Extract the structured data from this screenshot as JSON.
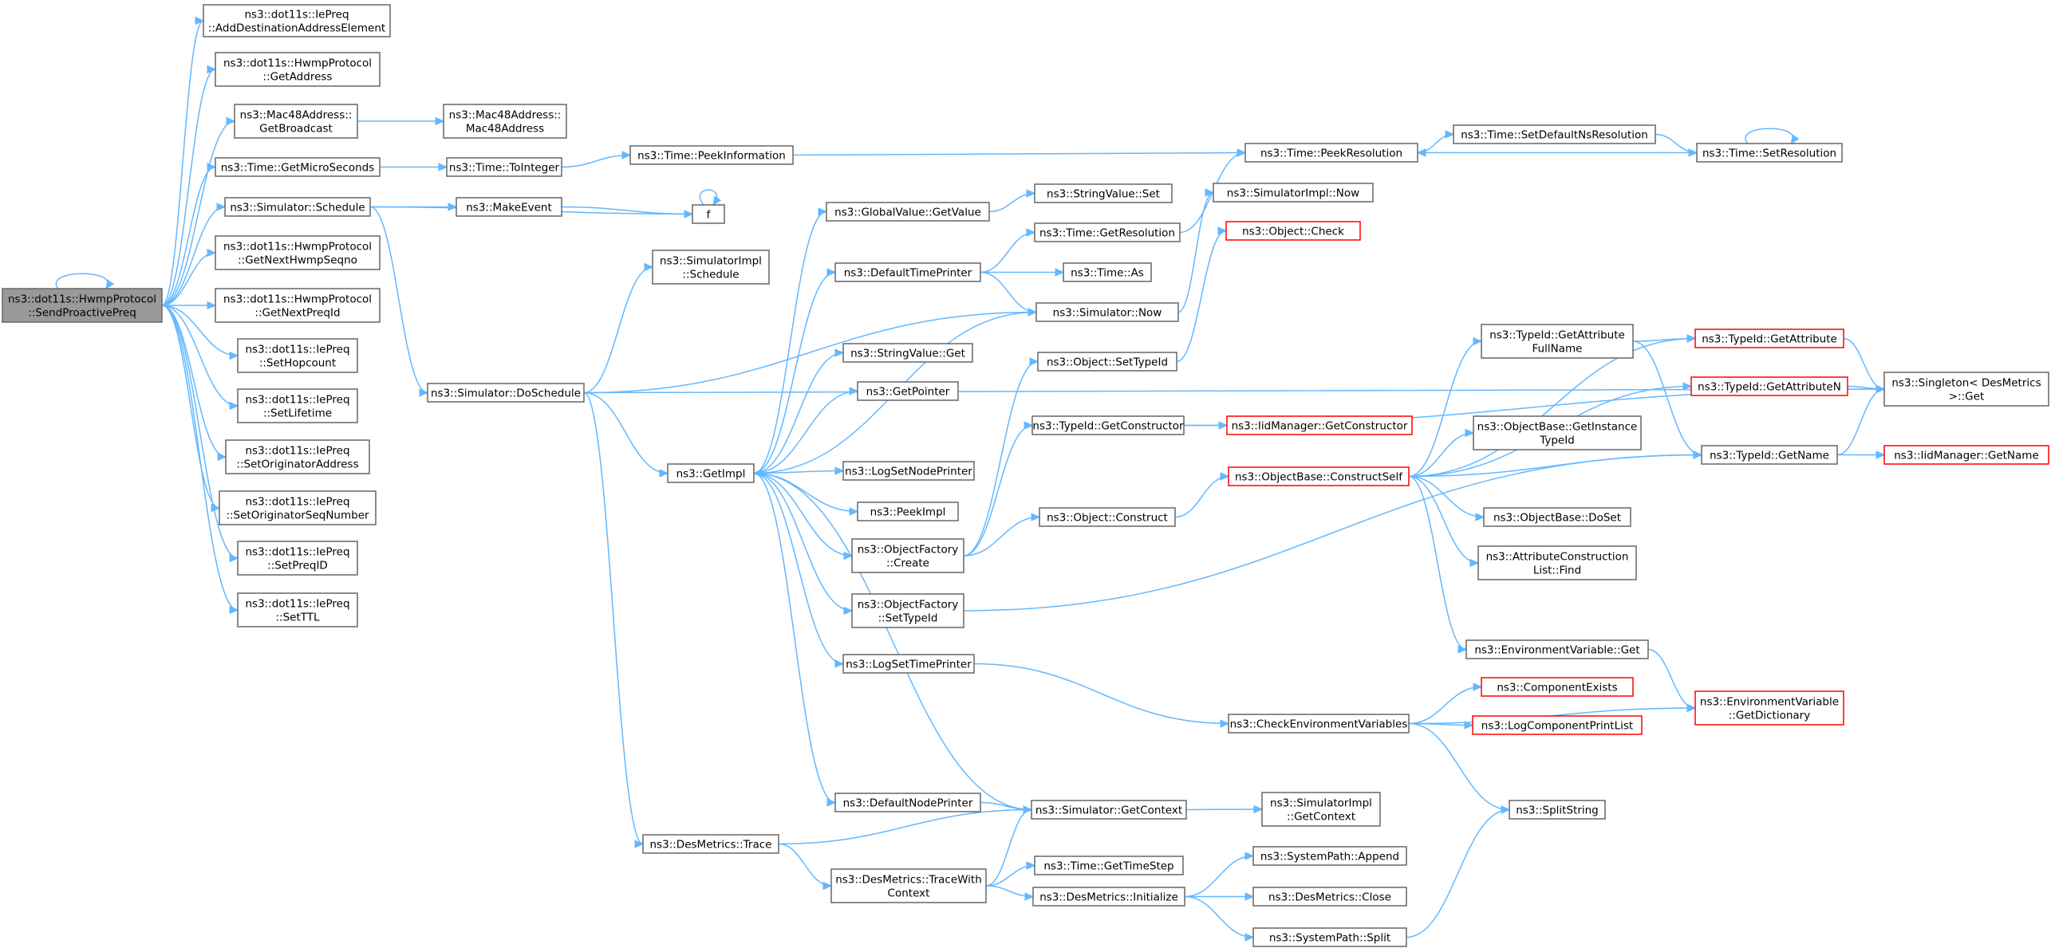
{
  "diagram": {
    "type": "call-graph",
    "colors": {
      "edge": "#63b8ff",
      "node_border": "#666666",
      "node_fill": "#ffffff",
      "root_fill": "#999999",
      "root_border": "#666666",
      "truncated_border": "#ff0000"
    },
    "nodes": [
      {
        "id": "root",
        "lines": [
          "ns3::dot11s::HwmpProtocol",
          "::SendProactivePreq"
        ],
        "style": "root"
      },
      {
        "id": "n_adddest",
        "lines": [
          "ns3::dot11s::IePreq",
          "::AddDestinationAddressElement"
        ],
        "style": "normal"
      },
      {
        "id": "n_getaddress",
        "lines": [
          "ns3::dot11s::HwmpProtocol",
          "::GetAddress"
        ],
        "style": "normal"
      },
      {
        "id": "n_getbroadcast",
        "lines": [
          "ns3::Mac48Address::",
          "GetBroadcast"
        ],
        "style": "normal"
      },
      {
        "id": "n_mac48",
        "lines": [
          "ns3::Mac48Address::",
          "Mac48Address"
        ],
        "style": "normal"
      },
      {
        "id": "n_getmicro",
        "lines": [
          "ns3::Time::GetMicroSeconds"
        ],
        "style": "normal"
      },
      {
        "id": "n_tointeger",
        "lines": [
          "ns3::Time::ToInteger"
        ],
        "style": "normal"
      },
      {
        "id": "n_peekinfo",
        "lines": [
          "ns3::Time::PeekInformation"
        ],
        "style": "normal"
      },
      {
        "id": "n_peekres",
        "lines": [
          "ns3::Time::PeekResolution"
        ],
        "style": "normal"
      },
      {
        "id": "n_setdefaultns",
        "lines": [
          "ns3::Time::SetDefaultNsResolution"
        ],
        "style": "normal"
      },
      {
        "id": "n_setres",
        "lines": [
          "ns3::Time::SetResolution"
        ],
        "style": "normal"
      },
      {
        "id": "n_schedule",
        "lines": [
          "ns3::Simulator::Schedule"
        ],
        "style": "normal"
      },
      {
        "id": "n_makeevent",
        "lines": [
          "ns3::MakeEvent"
        ],
        "style": "normal"
      },
      {
        "id": "n_f",
        "lines": [
          "f"
        ],
        "style": "normal"
      },
      {
        "id": "n_nexthwmp",
        "lines": [
          "ns3::dot11s::HwmpProtocol",
          "::GetNextHwmpSeqno"
        ],
        "style": "normal"
      },
      {
        "id": "n_nextpreq",
        "lines": [
          "ns3::dot11s::HwmpProtocol",
          "::GetNextPreqId"
        ],
        "style": "normal"
      },
      {
        "id": "n_sethop",
        "lines": [
          "ns3::dot11s::IePreq",
          "::SetHopcount"
        ],
        "style": "normal"
      },
      {
        "id": "n_setlife",
        "lines": [
          "ns3::dot11s::IePreq",
          "::SetLifetime"
        ],
        "style": "normal"
      },
      {
        "id": "n_setorigaddr",
        "lines": [
          "ns3::dot11s::IePreq",
          "::SetOriginatorAddress"
        ],
        "style": "normal"
      },
      {
        "id": "n_setorigseq",
        "lines": [
          "ns3::dot11s::IePreq",
          "::SetOriginatorSeqNumber"
        ],
        "style": "normal"
      },
      {
        "id": "n_setpreqid",
        "lines": [
          "ns3::dot11s::IePreq",
          "::SetPreqID"
        ],
        "style": "normal"
      },
      {
        "id": "n_setttl",
        "lines": [
          "ns3::dot11s::IePreq",
          "::SetTTL"
        ],
        "style": "normal"
      },
      {
        "id": "n_doschedule",
        "lines": [
          "ns3::Simulator::DoSchedule"
        ],
        "style": "normal"
      },
      {
        "id": "n_implschedule",
        "lines": [
          "ns3::SimulatorImpl",
          "::Schedule"
        ],
        "style": "normal"
      },
      {
        "id": "n_getimpl",
        "lines": [
          "ns3::GetImpl"
        ],
        "style": "normal"
      },
      {
        "id": "n_gvgetvalue",
        "lines": [
          "ns3::GlobalValue::GetValue"
        ],
        "style": "normal"
      },
      {
        "id": "n_stringset",
        "lines": [
          "ns3::StringValue::Set"
        ],
        "style": "normal"
      },
      {
        "id": "n_deftimeprinter",
        "lines": [
          "ns3::DefaultTimePrinter"
        ],
        "style": "normal"
      },
      {
        "id": "n_getresolution",
        "lines": [
          "ns3::Time::GetResolution"
        ],
        "style": "normal"
      },
      {
        "id": "n_timeas",
        "lines": [
          "ns3::Time::As"
        ],
        "style": "normal"
      },
      {
        "id": "n_simnow",
        "lines": [
          "ns3::Simulator::Now"
        ],
        "style": "normal"
      },
      {
        "id": "n_implnow",
        "lines": [
          "ns3::SimulatorImpl::Now"
        ],
        "style": "normal"
      },
      {
        "id": "n_objcheck",
        "lines": [
          "ns3::Object::Check"
        ],
        "style": "truncated"
      },
      {
        "id": "n_stringget",
        "lines": [
          "ns3::StringValue::Get"
        ],
        "style": "normal"
      },
      {
        "id": "n_getpointer",
        "lines": [
          "ns3::GetPointer"
        ],
        "style": "normal"
      },
      {
        "id": "n_settypeid",
        "lines": [
          "ns3::Object::SetTypeId"
        ],
        "style": "normal"
      },
      {
        "id": "n_tidgetctor",
        "lines": [
          "ns3::TypeId::GetConstructor"
        ],
        "style": "normal"
      },
      {
        "id": "n_iidgetctor",
        "lines": [
          "ns3::IidManager::GetConstructor"
        ],
        "style": "truncated"
      },
      {
        "id": "n_lognodeprinter",
        "lines": [
          "ns3::LogSetNodePrinter"
        ],
        "style": "normal"
      },
      {
        "id": "n_peekimpl",
        "lines": [
          "ns3::PeekImpl"
        ],
        "style": "normal"
      },
      {
        "id": "n_ofcreate",
        "lines": [
          "ns3::ObjectFactory",
          "::Create"
        ],
        "style": "normal"
      },
      {
        "id": "n_objconstruct",
        "lines": [
          "ns3::Object::Construct"
        ],
        "style": "normal"
      },
      {
        "id": "n_ofsettypeid",
        "lines": [
          "ns3::ObjectFactory",
          "::SetTypeId"
        ],
        "style": "normal"
      },
      {
        "id": "n_logtimeprinter",
        "lines": [
          "ns3::LogSetTimePrinter"
        ],
        "style": "normal"
      },
      {
        "id": "n_tidgetattrfull",
        "lines": [
          "ns3::TypeId::GetAttribute",
          "FullName"
        ],
        "style": "normal"
      },
      {
        "id": "n_tidgetattr",
        "lines": [
          "ns3::TypeId::GetAttribute"
        ],
        "style": "truncated"
      },
      {
        "id": "n_tidgetattrn",
        "lines": [
          "ns3::TypeId::GetAttributeN"
        ],
        "style": "truncated"
      },
      {
        "id": "n_singleton",
        "lines": [
          "ns3::Singleton< DesMetrics",
          ">::Get"
        ],
        "style": "normal"
      },
      {
        "id": "n_obgetinst",
        "lines": [
          "ns3::ObjectBase::GetInstance",
          "TypeId"
        ],
        "style": "normal"
      },
      {
        "id": "n_constructself",
        "lines": [
          "ns3::ObjectBase::ConstructSelf"
        ],
        "style": "truncated"
      },
      {
        "id": "n_tidgetname",
        "lines": [
          "ns3::TypeId::GetName"
        ],
        "style": "normal"
      },
      {
        "id": "n_iidgetname",
        "lines": [
          "ns3::IidManager::GetName"
        ],
        "style": "truncated"
      },
      {
        "id": "n_obdoset",
        "lines": [
          "ns3::ObjectBase::DoSet"
        ],
        "style": "normal"
      },
      {
        "id": "n_attrfind",
        "lines": [
          "ns3::AttributeConstruction",
          "List::Find"
        ],
        "style": "normal"
      },
      {
        "id": "n_envget",
        "lines": [
          "ns3::EnvironmentVariable::Get"
        ],
        "style": "normal"
      },
      {
        "id": "n_compexists",
        "lines": [
          "ns3::ComponentExists"
        ],
        "style": "truncated"
      },
      {
        "id": "n_checkenv",
        "lines": [
          "ns3::CheckEnvironmentVariables"
        ],
        "style": "normal"
      },
      {
        "id": "n_logcomplist",
        "lines": [
          "ns3::LogComponentPrintList"
        ],
        "style": "truncated"
      },
      {
        "id": "n_envgetdict",
        "lines": [
          "ns3::EnvironmentVariable",
          "::GetDictionary"
        ],
        "style": "truncated"
      },
      {
        "id": "n_defnodeprinter",
        "lines": [
          "ns3::DefaultNodePrinter"
        ],
        "style": "normal"
      },
      {
        "id": "n_simgetctx",
        "lines": [
          "ns3::Simulator::GetContext"
        ],
        "style": "normal"
      },
      {
        "id": "n_implgetctx",
        "lines": [
          "ns3::SimulatorImpl",
          "::GetContext"
        ],
        "style": "normal"
      },
      {
        "id": "n_splitstring",
        "lines": [
          "ns3::SplitString"
        ],
        "style": "normal"
      },
      {
        "id": "n_dmtrace",
        "lines": [
          "ns3::DesMetrics::Trace"
        ],
        "style": "normal"
      },
      {
        "id": "n_gettimestep",
        "lines": [
          "ns3::Time::GetTimeStep"
        ],
        "style": "normal"
      },
      {
        "id": "n_sysappend",
        "lines": [
          "ns3::SystemPath::Append"
        ],
        "style": "normal"
      },
      {
        "id": "n_dmtracectx",
        "lines": [
          "ns3::DesMetrics::TraceWith",
          "Context"
        ],
        "style": "normal"
      },
      {
        "id": "n_dminit",
        "lines": [
          "ns3::DesMetrics::Initialize"
        ],
        "style": "normal"
      },
      {
        "id": "n_dmclose",
        "lines": [
          "ns3::DesMetrics::Close"
        ],
        "style": "normal"
      },
      {
        "id": "n_syssplit",
        "lines": [
          "ns3::SystemPath::Split"
        ],
        "style": "normal"
      }
    ],
    "edges": [
      [
        "root",
        "root"
      ],
      [
        "root",
        "n_adddest"
      ],
      [
        "root",
        "n_getaddress"
      ],
      [
        "root",
        "n_getbroadcast"
      ],
      [
        "root",
        "n_getmicro"
      ],
      [
        "root",
        "n_schedule"
      ],
      [
        "root",
        "n_nexthwmp"
      ],
      [
        "root",
        "n_nextpreq"
      ],
      [
        "root",
        "n_sethop"
      ],
      [
        "root",
        "n_setlife"
      ],
      [
        "root",
        "n_setorigaddr"
      ],
      [
        "root",
        "n_setorigseq"
      ],
      [
        "root",
        "n_setpreqid"
      ],
      [
        "root",
        "n_setttl"
      ],
      [
        "n_getbroadcast",
        "n_mac48"
      ],
      [
        "n_getmicro",
        "n_tointeger"
      ],
      [
        "n_tointeger",
        "n_peekinfo"
      ],
      [
        "n_peekinfo",
        "n_peekres"
      ],
      [
        "n_peekres",
        "n_setdefaultns"
      ],
      [
        "n_setdefaultns",
        "n_setres"
      ],
      [
        "n_setres",
        "n_peekres"
      ],
      [
        "n_setres",
        "n_setres"
      ],
      [
        "n_schedule",
        "n_makeevent"
      ],
      [
        "n_schedule",
        "n_f"
      ],
      [
        "n_makeevent",
        "n_f"
      ],
      [
        "n_f",
        "n_f"
      ],
      [
        "n_schedule",
        "n_doschedule"
      ],
      [
        "n_doschedule",
        "n_implschedule"
      ],
      [
        "n_doschedule",
        "n_simnow"
      ],
      [
        "n_doschedule",
        "n_getimpl"
      ],
      [
        "n_doschedule",
        "n_singleton"
      ],
      [
        "n_doschedule",
        "n_dmtrace"
      ],
      [
        "n_getimpl",
        "n_gvgetvalue"
      ],
      [
        "n_getimpl",
        "n_deftimeprinter"
      ],
      [
        "n_getimpl",
        "n_stringget"
      ],
      [
        "n_getimpl",
        "n_getpointer"
      ],
      [
        "n_getimpl",
        "n_lognodeprinter"
      ],
      [
        "n_getimpl",
        "n_peekimpl"
      ],
      [
        "n_getimpl",
        "n_ofcreate"
      ],
      [
        "n_getimpl",
        "n_ofsettypeid"
      ],
      [
        "n_getimpl",
        "n_logtimeprinter"
      ],
      [
        "n_getimpl",
        "n_defnodeprinter"
      ],
      [
        "n_gvgetvalue",
        "n_stringset"
      ],
      [
        "n_deftimeprinter",
        "n_getresolution"
      ],
      [
        "n_deftimeprinter",
        "n_timeas"
      ],
      [
        "n_deftimeprinter",
        "n_simnow"
      ],
      [
        "n_getresolution",
        "n_peekres"
      ],
      [
        "n_simnow",
        "n_implnow"
      ],
      [
        "n_simnow",
        "n_getimpl"
      ],
      [
        "n_ofcreate",
        "n_settypeid"
      ],
      [
        "n_ofcreate",
        "n_tidgetctor"
      ],
      [
        "n_ofcreate",
        "n_objconstruct"
      ],
      [
        "n_settypeid",
        "n_objcheck"
      ],
      [
        "n_tidgetctor",
        "n_iidgetctor"
      ],
      [
        "n_tidgetctor",
        "n_singleton"
      ],
      [
        "n_objconstruct",
        "n_constructself"
      ],
      [
        "n_ofsettypeid",
        "n_tidgetname"
      ],
      [
        "n_logtimeprinter",
        "n_checkenv"
      ],
      [
        "n_constructself",
        "n_tidgetattrfull"
      ],
      [
        "n_constructself",
        "n_tidgetattr"
      ],
      [
        "n_constructself",
        "n_tidgetattrn"
      ],
      [
        "n_constructself",
        "n_obgetinst"
      ],
      [
        "n_constructself",
        "n_tidgetname"
      ],
      [
        "n_constructself",
        "n_obdoset"
      ],
      [
        "n_constructself",
        "n_attrfind"
      ],
      [
        "n_constructself",
        "n_envget"
      ],
      [
        "n_tidgetattrfull",
        "n_tidgetattr"
      ],
      [
        "n_tidgetattrfull",
        "n_tidgetname"
      ],
      [
        "n_tidgetattr",
        "n_singleton"
      ],
      [
        "n_tidgetattrn",
        "n_singleton"
      ],
      [
        "n_tidgetname",
        "n_singleton"
      ],
      [
        "n_tidgetname",
        "n_iidgetname"
      ],
      [
        "n_envget",
        "n_envgetdict"
      ],
      [
        "n_checkenv",
        "n_compexists"
      ],
      [
        "n_checkenv",
        "n_logcomplist"
      ],
      [
        "n_checkenv",
        "n_envgetdict"
      ],
      [
        "n_checkenv",
        "n_splitstring"
      ],
      [
        "n_defnodeprinter",
        "n_simgetctx"
      ],
      [
        "n_simgetctx",
        "n_getimpl"
      ],
      [
        "n_simgetctx",
        "n_implgetctx"
      ],
      [
        "n_dmtrace",
        "n_simgetctx"
      ],
      [
        "n_dmtrace",
        "n_dmtracectx"
      ],
      [
        "n_dmtracectx",
        "n_simgetctx"
      ],
      [
        "n_dmtracectx",
        "n_gettimestep"
      ],
      [
        "n_dmtracectx",
        "n_dminit"
      ],
      [
        "n_dminit",
        "n_sysappend"
      ],
      [
        "n_dminit",
        "n_dmclose"
      ],
      [
        "n_dminit",
        "n_syssplit"
      ],
      [
        "n_syssplit",
        "n_splitstring"
      ]
    ]
  }
}
